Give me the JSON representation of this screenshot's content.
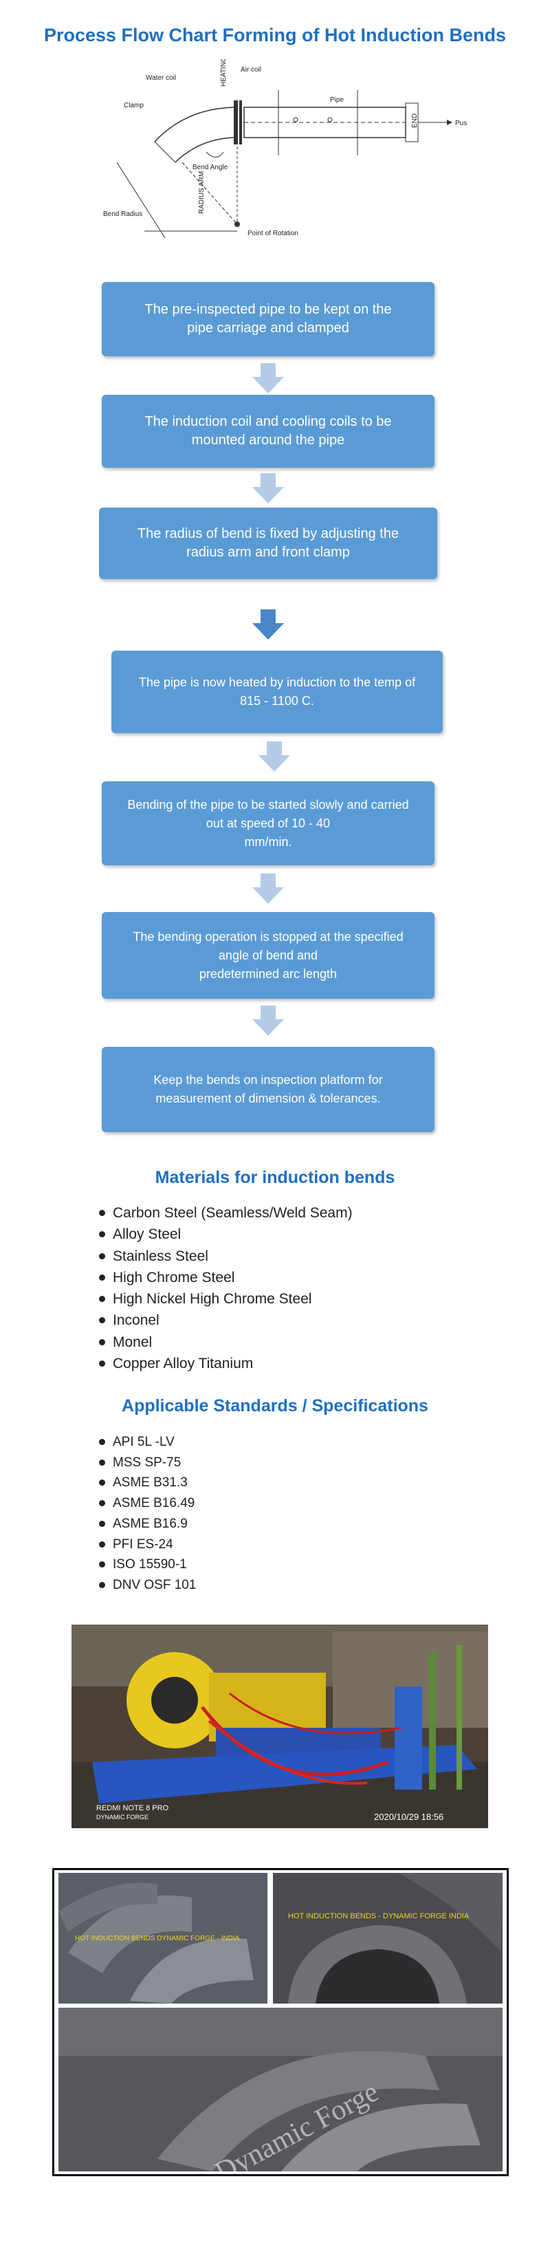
{
  "title": "Process Flow Chart Forming of Hot Induction Bends",
  "diagram": {
    "water_coil": "Water coil",
    "air_coil": "Air coil",
    "heating_zone": "HEATING ZONE",
    "clamp": "Clamp",
    "pipe": "Pipe",
    "push": "Pus",
    "bend_angle": "Bend Angle",
    "bend_radius": "Bend Radius",
    "radius_arm": "RADIUS ARM",
    "point_of_rotation": "Point of Rotation",
    "end_label": "END"
  },
  "steps": [
    {
      "lines": [
        "The pre-inspected pipe to be kept on the",
        "pipe carriage and clamped"
      ]
    },
    {
      "lines": [
        "The induction coil and cooling coils to be",
        "mounted around the pipe"
      ]
    },
    {
      "lines": [
        "The radius of bend is fixed by adjusting the",
        "radius arm and front clamp"
      ]
    },
    {
      "lines": [
        "The pipe is now heated by induction to the temp of",
        "815 - 1100 C."
      ]
    },
    {
      "lines": [
        "Bending of the pipe  to be started slowly and carried",
        "out at speed of 10 - 40",
        "mm/min."
      ]
    },
    {
      "lines": [
        "The bending operation is stopped at the specified",
        "angle of bend and",
        "predetermined arc length"
      ]
    },
    {
      "lines": [
        "Keep the bends on inspection platform for",
        "measurement of dimension & tolerances."
      ]
    }
  ],
  "materials": {
    "title": "Materials for induction bends",
    "items": [
      "Carbon Steel (Seamless/Weld Seam)",
      "Alloy Steel",
      "Stainless Steel",
      "High Chrome Steel",
      "High Nickel High Chrome Steel",
      "Inconel",
      "Monel",
      "Copper Alloy Titanium"
    ]
  },
  "standards": {
    "title": "Applicable Standards / Specifications",
    "items": [
      "API 5L -LV",
      "MSS SP-75",
      "ASME B31.3",
      "ASME B16.49",
      "ASME B16.9",
      "PFI ES-24",
      "ISO 15590-1",
      "DNV OSF 101"
    ]
  },
  "photo_machine": {
    "camera_text": "REDMI NOTE 8 PRO",
    "camera_sub": "DYNAMIC FORGE",
    "timestamp": "2020/10/29 18:56"
  },
  "photo_bends": {
    "left_caption": "HOT INDUCTION BENDS DYNAMIC FORGE - INDIA",
    "right_caption": "HOT INDUCTION BENDS - DYNAMIC FORGE INDIA",
    "watermark": "Dynamic Forge"
  },
  "colors": {
    "title_blue": "#1f6fc1",
    "box_blue": "#5b9bd5",
    "arrow_light": "#b4cbe8",
    "arrow_dark": "#4a86c8"
  }
}
